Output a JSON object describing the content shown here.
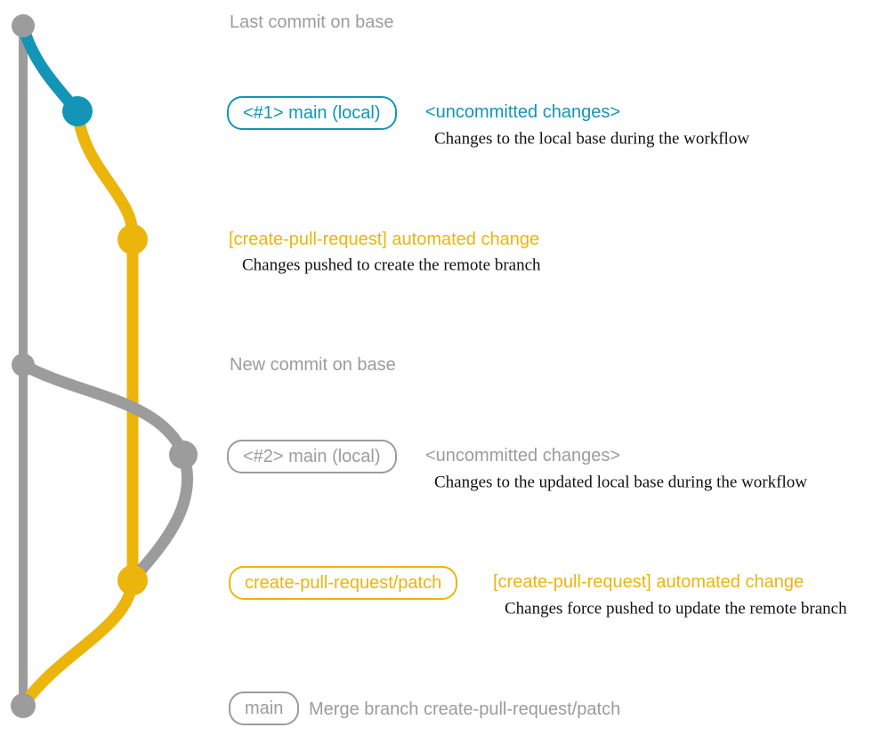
{
  "diagram": {
    "type": "git-graph",
    "colors": {
      "base": "#9c9c9c",
      "main_local": "#1295b6",
      "patch": "#ecb50b",
      "note_text": "#111111"
    },
    "commits": [
      {
        "id": "base-last",
        "branch": "base",
        "label": "Last commit on base"
      },
      {
        "id": "main-local-1",
        "branch": "main (local)",
        "ref": "<#1> main (local)",
        "status": "<uncommitted changes>",
        "note": "Changes to the local base during the workflow"
      },
      {
        "id": "patch-create",
        "branch": "create-pull-request/patch",
        "message": "[create-pull-request] automated change",
        "note": "Changes pushed to create the remote branch"
      },
      {
        "id": "base-new",
        "branch": "base",
        "label": "New commit on base"
      },
      {
        "id": "main-local-2",
        "branch": "main (local)",
        "ref": "<#2> main (local)",
        "status": "<uncommitted changes>",
        "note": "Changes to the updated local base during the workflow"
      },
      {
        "id": "patch-update",
        "branch": "create-pull-request/patch",
        "ref": "create-pull-request/patch",
        "message": "[create-pull-request] automated change",
        "note": "Changes force pushed to update the remote branch"
      },
      {
        "id": "base-merge",
        "branch": "base",
        "ref": "main",
        "message": "Merge branch create-pull-request/patch"
      }
    ]
  }
}
